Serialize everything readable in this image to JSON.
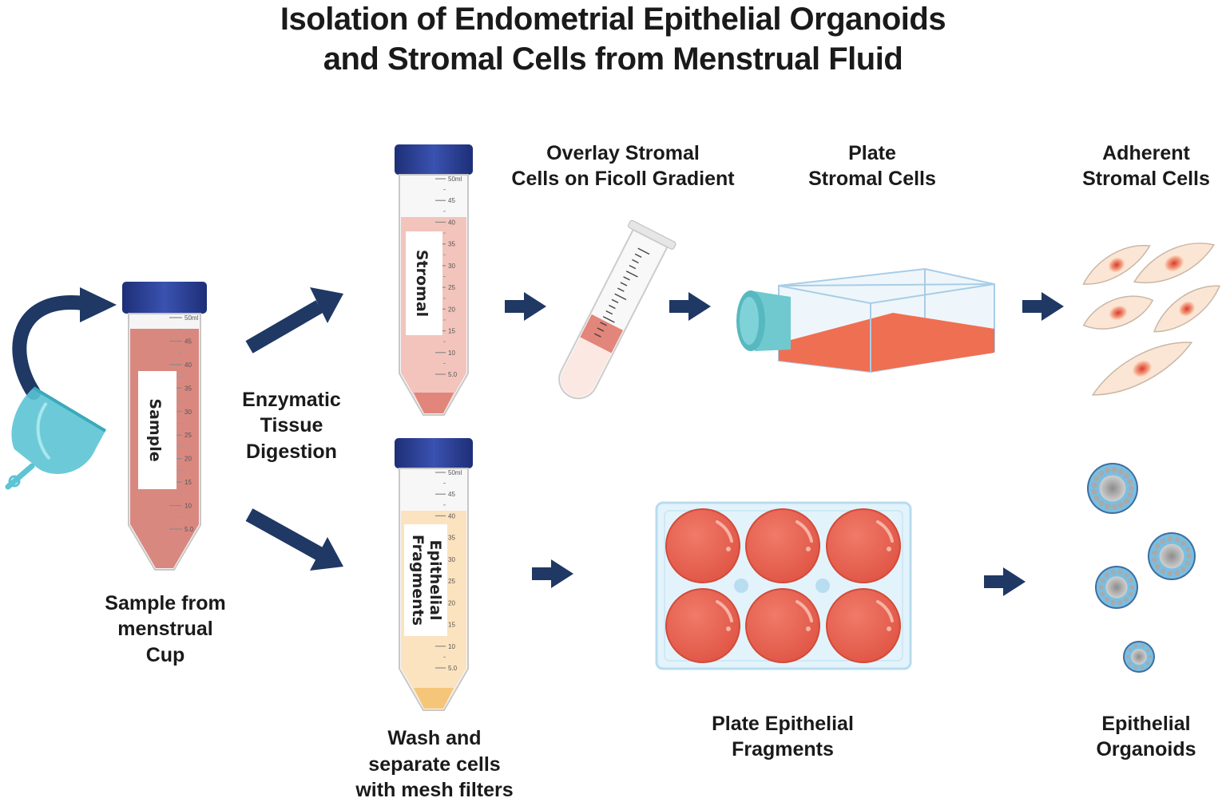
{
  "title": {
    "line1": "Isolation of Endometrial Epithelial Organoids",
    "line2": "and Stromal Cells from Menstrual Fluid"
  },
  "labels": {
    "sample_from": "Sample from",
    "menstrual": "menstrual",
    "cup": "Cup",
    "enzymatic": "Enzymatic",
    "tissue": "Tissue",
    "digestion": "Digestion",
    "overlay_1": "Overlay Stromal",
    "overlay_2": "Cells on Ficoll Gradient",
    "plate_1": "Plate",
    "plate_2": "Stromal Cells",
    "adherent_1": "Adherent",
    "adherent_2": "Stromal Cells",
    "wash_1": "Wash and",
    "wash_2": "separate cells",
    "wash_3": "with mesh filters",
    "plate_epi_1": "Plate Epithelial",
    "plate_epi_2": "Fragments",
    "epi_org_1": "Epithelial",
    "epi_org_2": "Organoids"
  },
  "tube_labels": {
    "sample": "Sample",
    "stromal": "Stromal",
    "epithelial_1": "Epithelial",
    "epithelial_2": "Fragments"
  },
  "tube_ticks": [
    "50ml",
    "45",
    "40",
    "35",
    "30",
    "25",
    "20",
    "15",
    "10",
    "5.0"
  ],
  "colors": {
    "arrow": "#1f3864",
    "cap": "#2a3d8f",
    "sample_fluid": "#d98880",
    "stromal_fluid": "#f2c4bc",
    "epithelial_fluid": "#fbe3c0",
    "flask_medium": "#ef6f52",
    "cup": "#5cc4d4",
    "well": "#e8604e"
  }
}
